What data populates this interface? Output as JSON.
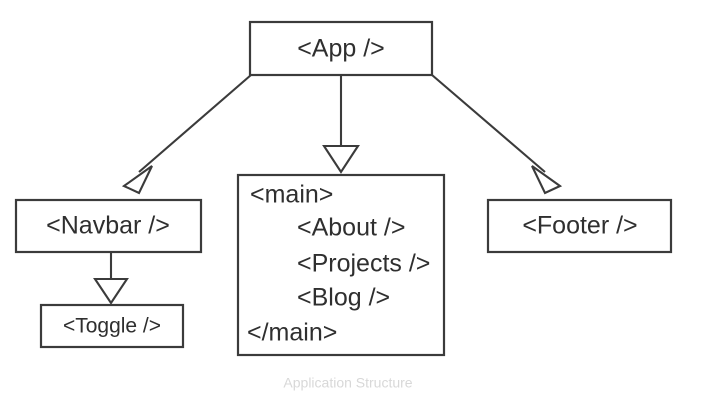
{
  "diagram": {
    "caption": "Application Structure",
    "colors": {
      "background": "#ffffff",
      "node_fill": "#ffffff",
      "node_stroke": "#3b3b3b",
      "text": "#2f2f2f",
      "edge": "#3b3b3b",
      "arrowhead_fill": "#ffffff",
      "caption": "#d8d8d8"
    },
    "nodes": {
      "app": {
        "label": "<App />"
      },
      "navbar": {
        "label": "<Navbar />"
      },
      "toggle": {
        "label": "<Toggle />"
      },
      "footer": {
        "label": "<Footer />"
      },
      "main": {
        "open_tag": "<main>",
        "children": [
          "<About />",
          "<Projects />",
          "<Blog />"
        ],
        "close_tag": "</main>"
      }
    },
    "edges": [
      {
        "from": "app",
        "to": "navbar",
        "arrow": "open-triangle"
      },
      {
        "from": "app",
        "to": "main",
        "arrow": "open-triangle"
      },
      {
        "from": "app",
        "to": "footer",
        "arrow": "open-triangle"
      },
      {
        "from": "navbar",
        "to": "toggle",
        "arrow": "open-triangle"
      }
    ]
  }
}
